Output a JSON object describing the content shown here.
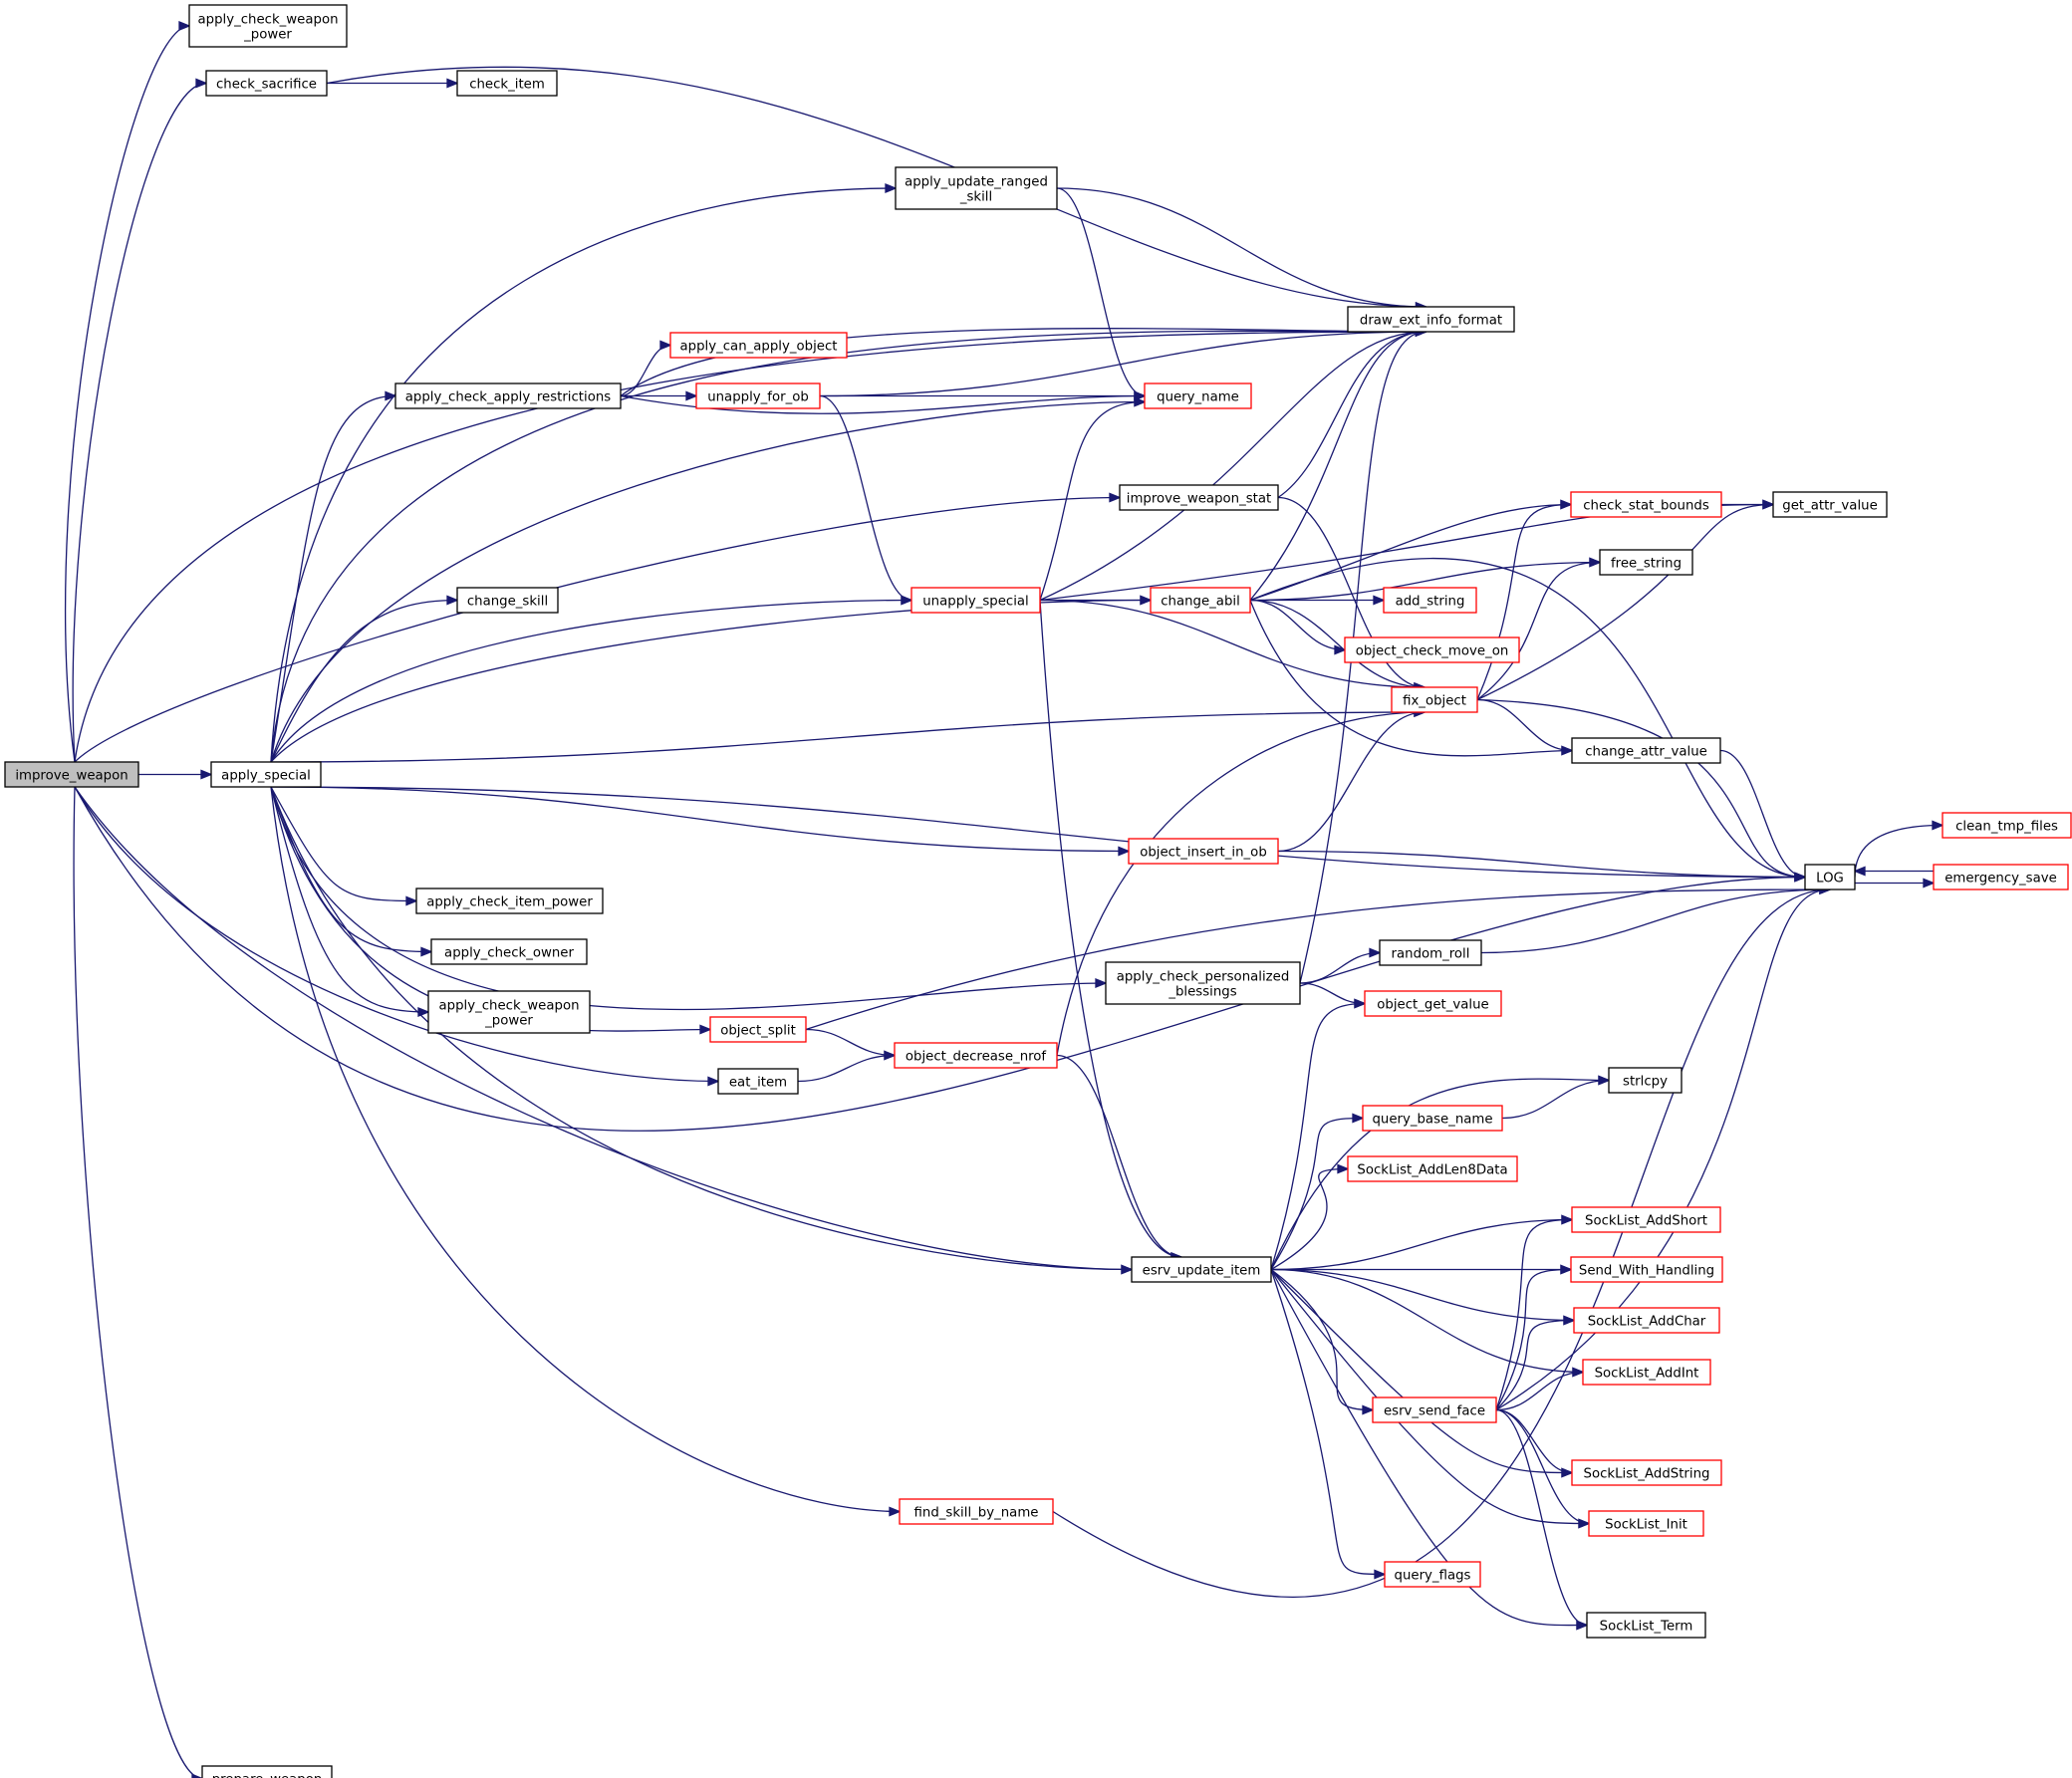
{
  "diagram": {
    "colors": {
      "edge": "#191970",
      "border_documented": "#000000",
      "border_undocumented": "#ff0000",
      "root_fill": "#bfbfbf"
    },
    "nodes": {
      "improve_weapon": {
        "lines": [
          "improve_weapon"
        ],
        "style": "root"
      },
      "apply_check_weapon_power_top": {
        "lines": [
          "apply_check_weapon",
          "_power"
        ],
        "style": "black"
      },
      "check_sacrifice": {
        "lines": [
          "check_sacrifice"
        ],
        "style": "black"
      },
      "check_item": {
        "lines": [
          "check_item"
        ],
        "style": "black"
      },
      "apply_update_ranged_skill": {
        "lines": [
          "apply_update_ranged",
          "_skill"
        ],
        "style": "black"
      },
      "draw_ext_info_format": {
        "lines": [
          "draw_ext_info_format"
        ],
        "style": "black"
      },
      "apply_can_apply_object": {
        "lines": [
          "apply_can_apply_object"
        ],
        "style": "red"
      },
      "apply_check_apply_restrictions": {
        "lines": [
          "apply_check_apply_restrictions"
        ],
        "style": "black"
      },
      "unapply_for_ob": {
        "lines": [
          "unapply_for_ob"
        ],
        "style": "red"
      },
      "query_name": {
        "lines": [
          "query_name"
        ],
        "style": "red"
      },
      "improve_weapon_stat": {
        "lines": [
          "improve_weapon_stat"
        ],
        "style": "black"
      },
      "check_stat_bounds": {
        "lines": [
          "check_stat_bounds"
        ],
        "style": "red"
      },
      "get_attr_value": {
        "lines": [
          "get_attr_value"
        ],
        "style": "black"
      },
      "free_string": {
        "lines": [
          "free_string"
        ],
        "style": "black"
      },
      "change_skill": {
        "lines": [
          "change_skill"
        ],
        "style": "black"
      },
      "unapply_special": {
        "lines": [
          "unapply_special"
        ],
        "style": "red"
      },
      "change_abil": {
        "lines": [
          "change_abil"
        ],
        "style": "red"
      },
      "add_string": {
        "lines": [
          "add_string"
        ],
        "style": "red"
      },
      "object_check_move_on": {
        "lines": [
          "object_check_move_on"
        ],
        "style": "red"
      },
      "fix_object": {
        "lines": [
          "fix_object"
        ],
        "style": "red"
      },
      "apply_special": {
        "lines": [
          "apply_special"
        ],
        "style": "black"
      },
      "change_attr_value": {
        "lines": [
          "change_attr_value"
        ],
        "style": "black"
      },
      "clean_tmp_files": {
        "lines": [
          "clean_tmp_files"
        ],
        "style": "red"
      },
      "object_insert_in_ob": {
        "lines": [
          "object_insert_in_ob"
        ],
        "style": "red"
      },
      "LOG": {
        "lines": [
          "LOG"
        ],
        "style": "black"
      },
      "emergency_save": {
        "lines": [
          "emergency_save"
        ],
        "style": "red"
      },
      "apply_check_item_power": {
        "lines": [
          "apply_check_item_power"
        ],
        "style": "black"
      },
      "apply_check_owner": {
        "lines": [
          "apply_check_owner"
        ],
        "style": "black"
      },
      "random_roll": {
        "lines": [
          "random_roll"
        ],
        "style": "black"
      },
      "apply_check_personalized_blessings": {
        "lines": [
          "apply_check_personalized",
          "_blessings"
        ],
        "style": "black"
      },
      "apply_check_weapon_power_mid": {
        "lines": [
          "apply_check_weapon",
          "_power"
        ],
        "style": "black"
      },
      "object_get_value": {
        "lines": [
          "object_get_value"
        ],
        "style": "red"
      },
      "object_split": {
        "lines": [
          "object_split"
        ],
        "style": "red"
      },
      "object_decrease_nrof": {
        "lines": [
          "object_decrease_nrof"
        ],
        "style": "red"
      },
      "eat_item": {
        "lines": [
          "eat_item"
        ],
        "style": "black"
      },
      "strlcpy": {
        "lines": [
          "strlcpy"
        ],
        "style": "black"
      },
      "query_base_name": {
        "lines": [
          "query_base_name"
        ],
        "style": "red"
      },
      "SockList_AddLen8Data": {
        "lines": [
          "SockList_AddLen8Data"
        ],
        "style": "red"
      },
      "SockList_AddShort": {
        "lines": [
          "SockList_AddShort"
        ],
        "style": "red"
      },
      "esrv_update_item": {
        "lines": [
          "esrv_update_item"
        ],
        "style": "black"
      },
      "Send_With_Handling": {
        "lines": [
          "Send_With_Handling"
        ],
        "style": "red"
      },
      "SockList_AddChar": {
        "lines": [
          "SockList_AddChar"
        ],
        "style": "red"
      },
      "SockList_AddInt": {
        "lines": [
          "SockList_AddInt"
        ],
        "style": "red"
      },
      "esrv_send_face": {
        "lines": [
          "esrv_send_face"
        ],
        "style": "red"
      },
      "SockList_AddString": {
        "lines": [
          "SockList_AddString"
        ],
        "style": "red"
      },
      "find_skill_by_name": {
        "lines": [
          "find_skill_by_name"
        ],
        "style": "red"
      },
      "SockList_Init": {
        "lines": [
          "SockList_Init"
        ],
        "style": "red"
      },
      "query_flags": {
        "lines": [
          "query_flags"
        ],
        "style": "red"
      },
      "SockList_Term": {
        "lines": [
          "SockList_Term"
        ],
        "style": "black"
      },
      "prepare_weapon": {
        "lines": [
          "prepare_weapon"
        ],
        "style": "black"
      }
    },
    "edges": [
      [
        "improve_weapon",
        "apply_check_weapon_power_top"
      ],
      [
        "improve_weapon",
        "check_sacrifice"
      ],
      [
        "improve_weapon",
        "draw_ext_info_format"
      ],
      [
        "improve_weapon",
        "improve_weapon_stat"
      ],
      [
        "improve_weapon",
        "apply_special"
      ],
      [
        "improve_weapon",
        "eat_item"
      ],
      [
        "improve_weapon",
        "esrv_update_item"
      ],
      [
        "improve_weapon",
        "LOG"
      ],
      [
        "improve_weapon",
        "prepare_weapon"
      ],
      [
        "check_sacrifice",
        "check_item"
      ],
      [
        "check_sacrifice",
        "draw_ext_info_format"
      ],
      [
        "apply_update_ranged_skill",
        "draw_ext_info_format"
      ],
      [
        "apply_update_ranged_skill",
        "query_name"
      ],
      [
        "apply_check_apply_restrictions",
        "draw_ext_info_format"
      ],
      [
        "apply_check_apply_restrictions",
        "apply_can_apply_object"
      ],
      [
        "apply_check_apply_restrictions",
        "unapply_for_ob"
      ],
      [
        "apply_check_apply_restrictions",
        "query_name"
      ],
      [
        "unapply_for_ob",
        "draw_ext_info_format"
      ],
      [
        "unapply_for_ob",
        "query_name"
      ],
      [
        "unapply_for_ob",
        "unapply_special"
      ],
      [
        "improve_weapon_stat",
        "draw_ext_info_format"
      ],
      [
        "improve_weapon_stat",
        "fix_object"
      ],
      [
        "unapply_special",
        "draw_ext_info_format"
      ],
      [
        "unapply_special",
        "query_name"
      ],
      [
        "unapply_special",
        "get_attr_value"
      ],
      [
        "unapply_special",
        "change_abil"
      ],
      [
        "unapply_special",
        "fix_object"
      ],
      [
        "unapply_special",
        "esrv_update_item"
      ],
      [
        "change_abil",
        "draw_ext_info_format"
      ],
      [
        "change_abil",
        "LOG"
      ],
      [
        "change_abil",
        "check_stat_bounds"
      ],
      [
        "change_abil",
        "free_string"
      ],
      [
        "change_abil",
        "add_string"
      ],
      [
        "change_abil",
        "object_check_move_on"
      ],
      [
        "change_abil",
        "fix_object"
      ],
      [
        "change_abil",
        "change_attr_value"
      ],
      [
        "check_stat_bounds",
        "get_attr_value"
      ],
      [
        "fix_object",
        "check_stat_bounds"
      ],
      [
        "fix_object",
        "free_string"
      ],
      [
        "fix_object",
        "get_attr_value"
      ],
      [
        "fix_object",
        "LOG"
      ],
      [
        "fix_object",
        "change_attr_value"
      ],
      [
        "change_attr_value",
        "LOG"
      ],
      [
        "apply_special",
        "apply_update_ranged_skill"
      ],
      [
        "apply_special",
        "draw_ext_info_format"
      ],
      [
        "apply_special",
        "apply_check_apply_restrictions"
      ],
      [
        "apply_special",
        "query_name"
      ],
      [
        "apply_special",
        "change_skill"
      ],
      [
        "apply_special",
        "unapply_special"
      ],
      [
        "apply_special",
        "change_abil"
      ],
      [
        "apply_special",
        "fix_object"
      ],
      [
        "apply_special",
        "LOG"
      ],
      [
        "apply_special",
        "object_insert_in_ob"
      ],
      [
        "apply_special",
        "apply_check_item_power"
      ],
      [
        "apply_special",
        "apply_check_owner"
      ],
      [
        "apply_special",
        "apply_check_weapon_power_mid"
      ],
      [
        "apply_special",
        "object_split"
      ],
      [
        "apply_special",
        "apply_check_personalized_blessings"
      ],
      [
        "apply_special",
        "esrv_update_item"
      ],
      [
        "apply_special",
        "find_skill_by_name"
      ],
      [
        "object_insert_in_ob",
        "fix_object"
      ],
      [
        "object_insert_in_ob",
        "LOG"
      ],
      [
        "LOG",
        "clean_tmp_files"
      ],
      [
        "LOG",
        "emergency_save"
      ],
      [
        "emergency_save",
        "LOG"
      ],
      [
        "apply_check_personalized_blessings",
        "draw_ext_info_format"
      ],
      [
        "apply_check_personalized_blessings",
        "random_roll"
      ],
      [
        "apply_check_personalized_blessings",
        "object_get_value"
      ],
      [
        "random_roll",
        "LOG"
      ],
      [
        "object_split",
        "LOG"
      ],
      [
        "object_split",
        "object_decrease_nrof"
      ],
      [
        "eat_item",
        "object_decrease_nrof"
      ],
      [
        "object_decrease_nrof",
        "fix_object"
      ],
      [
        "object_decrease_nrof",
        "esrv_update_item"
      ],
      [
        "esrv_update_item",
        "object_get_value"
      ],
      [
        "esrv_update_item",
        "strlcpy"
      ],
      [
        "esrv_update_item",
        "query_base_name"
      ],
      [
        "esrv_update_item",
        "SockList_AddLen8Data"
      ],
      [
        "esrv_update_item",
        "SockList_AddShort"
      ],
      [
        "esrv_update_item",
        "Send_With_Handling"
      ],
      [
        "esrv_update_item",
        "SockList_AddChar"
      ],
      [
        "esrv_update_item",
        "SockList_AddInt"
      ],
      [
        "esrv_update_item",
        "esrv_send_face"
      ],
      [
        "esrv_update_item",
        "SockList_AddString"
      ],
      [
        "esrv_update_item",
        "SockList_Init"
      ],
      [
        "esrv_update_item",
        "query_flags"
      ],
      [
        "esrv_update_item",
        "SockList_Term"
      ],
      [
        "query_base_name",
        "strlcpy"
      ],
      [
        "esrv_send_face",
        "SockList_AddShort"
      ],
      [
        "esrv_send_face",
        "Send_With_Handling"
      ],
      [
        "esrv_send_face",
        "SockList_AddChar"
      ],
      [
        "esrv_send_face",
        "SockList_AddInt"
      ],
      [
        "esrv_send_face",
        "LOG"
      ],
      [
        "esrv_send_face",
        "SockList_AddString"
      ],
      [
        "esrv_send_face",
        "SockList_Init"
      ],
      [
        "esrv_send_face",
        "SockList_Term"
      ],
      [
        "find_skill_by_name",
        "LOG"
      ]
    ]
  }
}
